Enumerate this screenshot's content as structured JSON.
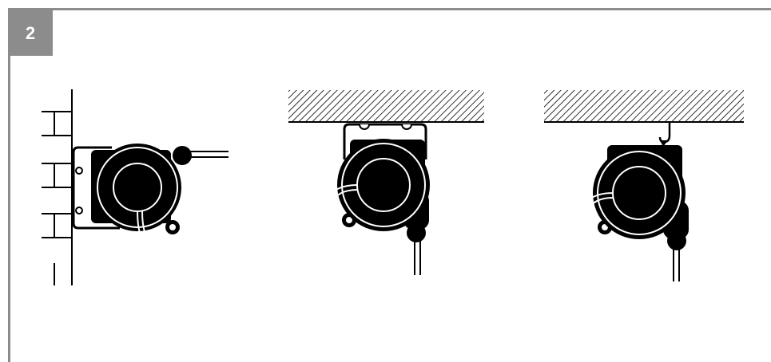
{
  "step": {
    "number": "2"
  },
  "colors": {
    "frame": "#8c8c8c",
    "ink": "#000000",
    "paper": "#ffffff"
  },
  "illustrations": [
    {
      "name": "wall-mounted-reel",
      "icon": "hose-reel-wall-mount-icon"
    },
    {
      "name": "ceiling-bracket-reel",
      "icon": "hose-reel-ceiling-bracket-icon"
    },
    {
      "name": "ceiling-hook-reel",
      "icon": "hose-reel-ceiling-hook-icon"
    }
  ]
}
